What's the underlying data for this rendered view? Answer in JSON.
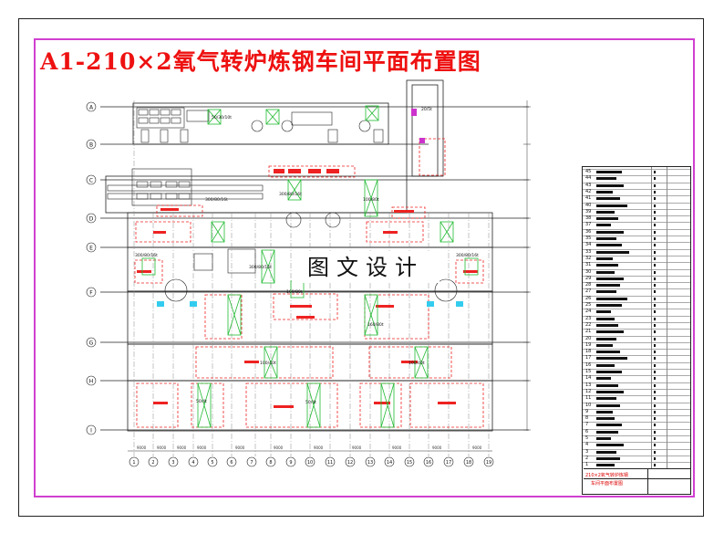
{
  "title": "A1-210×2氧气转炉炼钢车间平面布置图",
  "watermark": "图文设计",
  "axis_rows": [
    "A",
    "B",
    "C",
    "D",
    "E",
    "F",
    "G",
    "H",
    "I"
  ],
  "axis_cols": [
    "1",
    "2",
    "3",
    "4",
    "5",
    "6",
    "7",
    "8",
    "9",
    "10",
    "11",
    "12",
    "13",
    "14",
    "15",
    "16",
    "17",
    "18",
    "19"
  ],
  "crane_labels": {
    "top": "20/5t",
    "b1": "300/80/16t",
    "b2": "300/80/16t",
    "b3": "100/80t",
    "c1": "300/80/16t",
    "c2": "300/80/16t",
    "c3": "300/80/16t",
    "f1": "160/80t",
    "f2": "160/80t",
    "g1": "100/40t",
    "g2": "100/40t",
    "h1": "50/4t",
    "h2": "50/4t",
    "side1": "50/30/10t"
  },
  "title_block": {
    "rows": [
      "45",
      "44",
      "43",
      "42",
      "41",
      "40",
      "39",
      "38",
      "37",
      "36",
      "35",
      "34",
      "33",
      "32",
      "31",
      "30",
      "29",
      "28",
      "27",
      "26",
      "25",
      "24",
      "23",
      "22",
      "21",
      "20",
      "19",
      "18",
      "17",
      "16",
      "15",
      "14",
      "13",
      "12",
      "11",
      "10",
      "9",
      "8",
      "7",
      "6",
      "5",
      "4",
      "3",
      "2",
      "1"
    ],
    "name_line": "210×2氧气转炉炼钢",
    "sub_line": "车间平面布置图"
  },
  "colors": {
    "frame": "#d040d0",
    "title": "#ee1111",
    "equipment": "#ee2222",
    "crane": "#22bb33",
    "line": "#222222"
  }
}
